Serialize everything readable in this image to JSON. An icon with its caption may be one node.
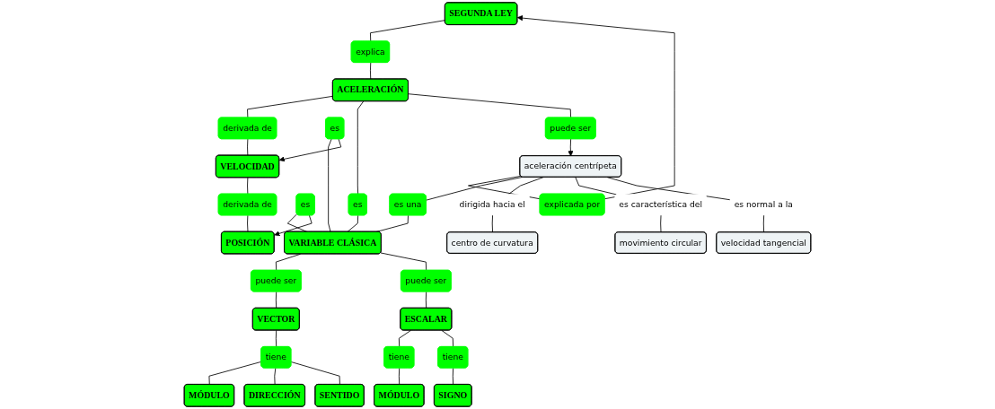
{
  "diagram": {
    "nodes": [
      {
        "text": [
          "SEGUNDA LEY"
        ]
      },
      {
        "text": [
          "explica"
        ]
      },
      {
        "text": [
          "explicada por"
        ]
      },
      {
        "text": [
          "ACELERACIÓN"
        ]
      },
      {
        "text": [
          "derivada de"
        ]
      },
      {
        "text": [
          "es"
        ]
      },
      {
        "text": [
          "puede ser"
        ]
      },
      {
        "text": [
          "aceleración centrípeta"
        ]
      },
      {
        "text": [
          "VELOCIDAD"
        ]
      },
      {
        "text": [
          "es una"
        ]
      },
      {
        "text": [
          "es"
        ]
      },
      {
        "text": [
          "derivada de"
        ]
      },
      {
        "text": [
          "VARIABLE CLÁSICA"
        ]
      },
      {
        "text": [
          "dirigida hacia el"
        ]
      },
      {
        "text": [
          "es característica del"
        ]
      },
      {
        "text": [
          "es normal a la"
        ]
      },
      {
        "text": [
          "POSICIÓN"
        ]
      },
      {
        "text": [
          "es"
        ]
      },
      {
        "text": [
          "puede ser"
        ]
      },
      {
        "text": [
          "puede ser"
        ]
      },
      {
        "text": [
          "velocidad tangencial"
        ]
      },
      {
        "text": [
          "VECTOR"
        ]
      },
      {
        "text": [
          "ESCALAR"
        ]
      },
      {
        "text": [
          "centro de curvatura"
        ]
      },
      {
        "text": [
          "movimiento circular"
        ]
      },
      {
        "text": [
          "tiene"
        ]
      },
      {
        "text": [
          "tiene"
        ]
      },
      {
        "text": [
          "tiene"
        ]
      },
      {
        "text": [
          "MÓDULO"
        ]
      },
      {
        "text": [
          "DIRECCIÓN"
        ]
      },
      {
        "text": [
          "SENTIDO"
        ]
      },
      {
        "text": [
          "MÓDULO"
        ]
      },
      {
        "text": [
          "SIGNO"
        ]
      }
    ],
    "edges": [
      {
        "from": 0,
        "to": 1,
        "arrow": "none"
      },
      {
        "from": 1,
        "to": 3,
        "arrow": "none"
      },
      {
        "from": 7,
        "to": 2,
        "arrow": "none"
      },
      {
        "from": 2,
        "to": 0,
        "arrow": "to"
      },
      {
        "from": 3,
        "to": 4,
        "arrow": "none"
      },
      {
        "from": 4,
        "to": 8,
        "arrow": "none"
      },
      {
        "from": 3,
        "to": 5,
        "arrow": "none"
      },
      {
        "from": 5,
        "to": 12,
        "arrow": "none"
      },
      {
        "from": 3,
        "to": 6,
        "arrow": "none"
      },
      {
        "from": 6,
        "to": 7,
        "arrow": "to"
      },
      {
        "from": 7,
        "to": 9,
        "arrow": "none"
      },
      {
        "from": 9,
        "to": 12,
        "arrow": "none"
      },
      {
        "from": 10,
        "to": 12,
        "arrow": "none"
      },
      {
        "from": 10,
        "to": 8,
        "arrow": "to"
      },
      {
        "from": 8,
        "to": 11,
        "arrow": "none"
      },
      {
        "from": 11,
        "to": 16,
        "arrow": "none"
      },
      {
        "from": 17,
        "to": 12,
        "arrow": "none"
      },
      {
        "from": 17,
        "to": 16,
        "arrow": "to"
      },
      {
        "from": 7,
        "to": 13,
        "arrow": "none"
      },
      {
        "from": 13,
        "to": 23,
        "arrow": "none"
      },
      {
        "from": 7,
        "to": 14,
        "arrow": "none"
      },
      {
        "from": 14,
        "to": 24,
        "arrow": "none"
      },
      {
        "from": 7,
        "to": 15,
        "arrow": "none"
      },
      {
        "from": 15,
        "to": 20,
        "arrow": "none"
      },
      {
        "from": 12,
        "to": 18,
        "arrow": "none"
      },
      {
        "from": 18,
        "to": 21,
        "arrow": "none"
      },
      {
        "from": 12,
        "to": 19,
        "arrow": "none"
      },
      {
        "from": 19,
        "to": 22,
        "arrow": "none"
      },
      {
        "from": 21,
        "to": 25,
        "arrow": "none"
      },
      {
        "from": 25,
        "to": 28,
        "arrow": "none"
      },
      {
        "from": 25,
        "to": 29,
        "arrow": "none"
      },
      {
        "from": 25,
        "to": 30,
        "arrow": "none"
      },
      {
        "from": 22,
        "to": 26,
        "arrow": "none"
      },
      {
        "from": 26,
        "to": 31,
        "arrow": "none"
      },
      {
        "from": 22,
        "to": 27,
        "arrow": "none"
      },
      {
        "from": 27,
        "to": 32,
        "arrow": "none"
      }
    ]
  }
}
